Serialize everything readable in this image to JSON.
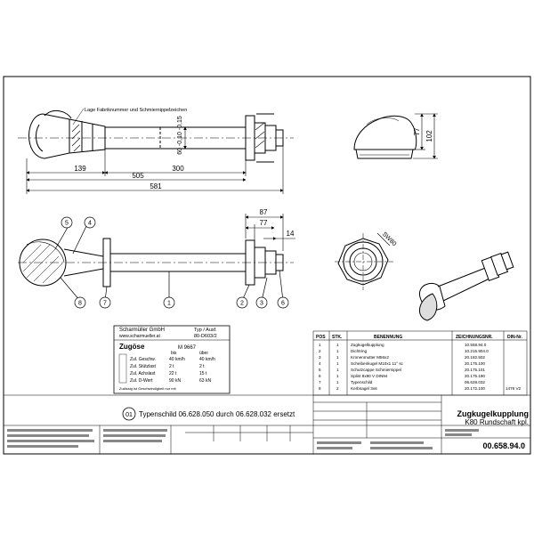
{
  "dims": {
    "d139": "139",
    "d300": "300",
    "d505": "505",
    "d581": "581",
    "d87": "87",
    "d77": "77",
    "d14": "14",
    "d60": "60 -0,10 -0,15",
    "d77v": "77",
    "d102": "102",
    "sw": "SW80"
  },
  "callouts": [
    "5",
    "4",
    "8",
    "7",
    "1",
    "2",
    "3",
    "6"
  ],
  "note_text": "Lage Fabriknummer und Schmiernippelzeichen",
  "nameplate": {
    "company": "Scharmüller GmbH",
    "url": "www.scharmueller.at",
    "type_label": "Typ / Ausf.",
    "type_value": "80-D603/2",
    "zugoese": "Zugöse",
    "model": "M 9667",
    "col_lbl": "bis",
    "col_lbl2": "über",
    "rows": [
      [
        "Zul. Geschw.",
        "40 km/h",
        "40 km/h"
      ],
      [
        "Zul. Stützlast",
        "2 t",
        "2 t"
      ],
      [
        "Zul. Achslast",
        "22 t",
        "15 t"
      ],
      [
        "Zul. D-Wert",
        "90 kN",
        "63 kN"
      ]
    ],
    "footer": "Zulässig ist Geschwindigkeit nur mit"
  },
  "note_circle": "01",
  "note_line": "Typenschild 06.628.050 durch 06.628.032 ersetzt",
  "parts_header": [
    "POS",
    "STK.",
    "BENENNUNG",
    "ZEICHNUNGSNR.",
    "DIN-Nr."
  ],
  "parts": [
    [
      "1",
      "1",
      "Zugkugelkupplung",
      "10.558.94.0",
      ""
    ],
    [
      "2",
      "1",
      "Dichtring",
      "10.215.904.0",
      ""
    ],
    [
      "3",
      "1",
      "Kronenmutter M56x2",
      "20.182.502",
      ""
    ],
    [
      "4",
      "1",
      "Scheibenkugel M10x1 11° sc",
      "20.175.100",
      ""
    ],
    [
      "5",
      "1",
      "Schutzcappe Schmiernippel",
      "20.175.101",
      ""
    ],
    [
      "6",
      "1",
      "Splint 8x90 V DIN94",
      "20.175.190",
      ""
    ],
    [
      "7",
      "1",
      "Typenschild",
      "06.628.032",
      ""
    ],
    [
      "8",
      "2",
      "Kerbnagel 3x6",
      "20.172.100",
      "1476 V2"
    ]
  ],
  "title1": "Zugkugelkupplung",
  "title2": "K80 Rundschaft kpl.",
  "drawing_no": "00.658.94.0"
}
